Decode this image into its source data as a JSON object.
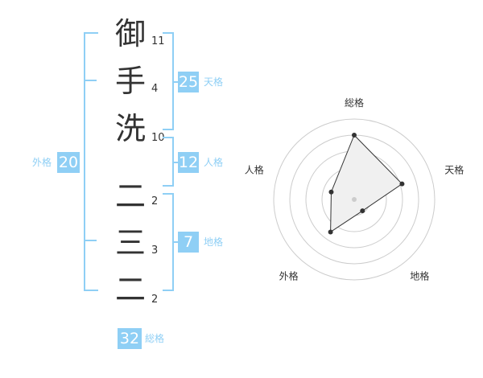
{
  "name_chars": [
    {
      "char": "御",
      "strokes": "11"
    },
    {
      "char": "手",
      "strokes": "4"
    },
    {
      "char": "洗",
      "strokes": "10"
    },
    {
      "char": "二",
      "strokes": "2"
    },
    {
      "char": "三",
      "strokes": "3"
    },
    {
      "char": "二",
      "strokes": "2"
    }
  ],
  "kaku": {
    "tenkaku": {
      "label": "天格",
      "value": "25"
    },
    "jinkaku": {
      "label": "人格",
      "value": "12"
    },
    "chikaku": {
      "label": "地格",
      "value": "7"
    },
    "gaikaku": {
      "label": "外格",
      "value": "20"
    },
    "soukaku": {
      "label": "総格",
      "value": "32"
    }
  },
  "colors": {
    "accent": "#8fcff5",
    "text": "#333333",
    "ring": "#cccccc"
  },
  "chart_data": {
    "type": "radar",
    "axes": [
      "総格",
      "天格",
      "地格",
      "外格",
      "人格"
    ],
    "values": [
      32,
      25,
      7,
      20,
      12
    ],
    "range": [
      0,
      40
    ],
    "rings": 5
  }
}
